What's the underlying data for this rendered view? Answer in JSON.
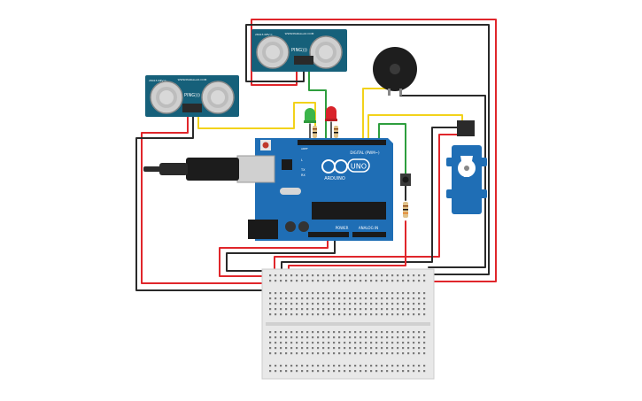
{
  "sensor_top": {
    "logo": "PING)))",
    "url": "WWW.PARALLAX.COM",
    "part": "28015 REV C"
  },
  "sensor_left": {
    "logo": "PING)))",
    "url": "WWW.PARALLAX.COM",
    "part": "28015 REV C"
  },
  "arduino": {
    "brand": "ARDUINO",
    "model": "UNO",
    "digital_label": "DIGITAL (PWM~)",
    "analog_label": "ANALOG IN",
    "power_label": "POWER",
    "tx": "TX",
    "rx": "RX",
    "l": "L",
    "on": "ON",
    "aref": "AREF"
  },
  "colors": {
    "board": "#1f6eb5",
    "wire_red": "#e0262b",
    "wire_black": "#2a2a2a",
    "wire_yellow": "#f2d21b",
    "wire_green": "#2e9e3e",
    "sensor": "#16607a",
    "led_green": "#3cb54a",
    "led_red": "#d9232a",
    "servo": "#1f6eb5",
    "breadboard": "#e8e8e8"
  }
}
